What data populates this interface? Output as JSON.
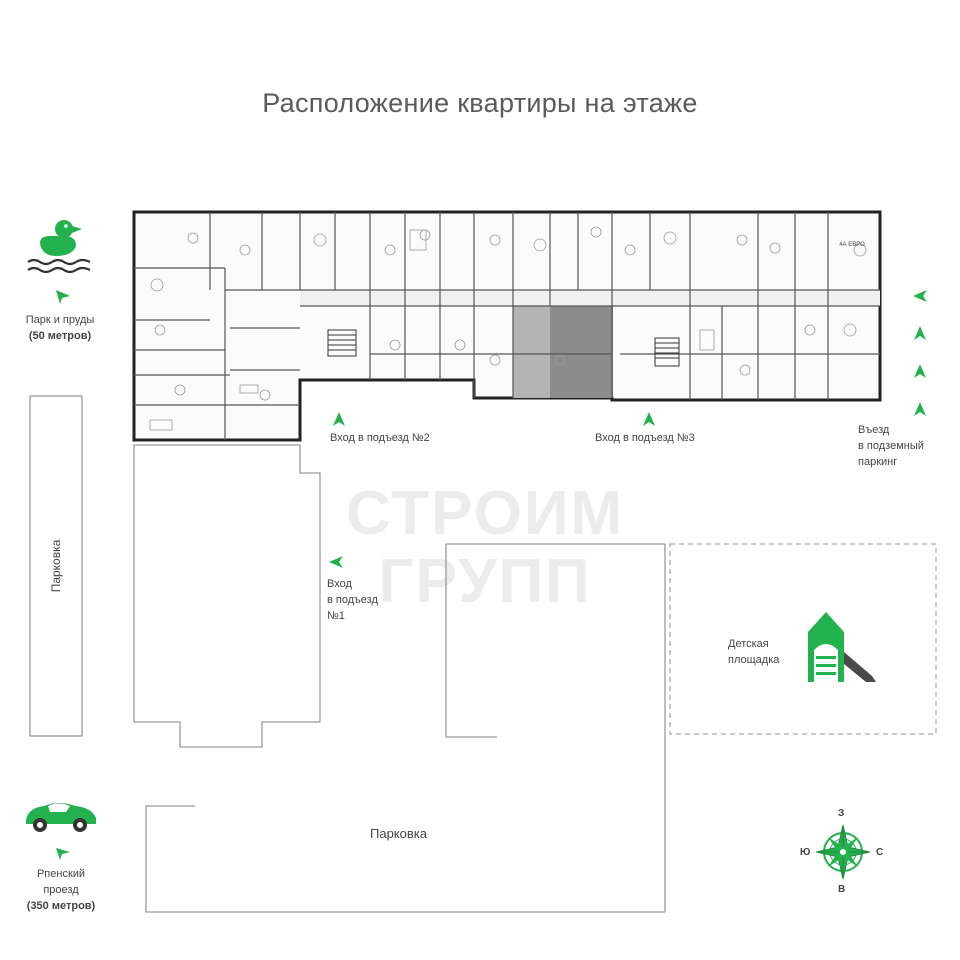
{
  "title": "Расположение квартиры на этаже",
  "labels": {
    "park": "Парк и пруды",
    "park_distance": "(50 метров)",
    "entrance_2": "Вход в подъезд №2",
    "entrance_3": "Вход в подъезд №3",
    "garage_line1": "Въезд",
    "garage_line2": "в подземный",
    "garage_line3": "паркинг",
    "parking_left": "Парковка",
    "entrance_1_line1": "Вход",
    "entrance_1_line2": "в подъезд",
    "entrance_1_line3": "№1",
    "playground_line1": "Детская",
    "playground_line2": "площадка",
    "parking_bottom": "Парковка",
    "road_line1": "Рпенский",
    "road_line2": "проезд",
    "road_distance": "(350 метров)"
  },
  "compass": {
    "north": "З",
    "south": "В",
    "west": "Ю",
    "east": "С"
  },
  "apartment_badge": "4А ЕВРО",
  "watermark": {
    "line1": "СТРОИМ",
    "line2": "ГРУПП"
  },
  "colors": {
    "accent": "#22b14c",
    "highlight": "#8a8a8a",
    "walls": "#222222"
  }
}
